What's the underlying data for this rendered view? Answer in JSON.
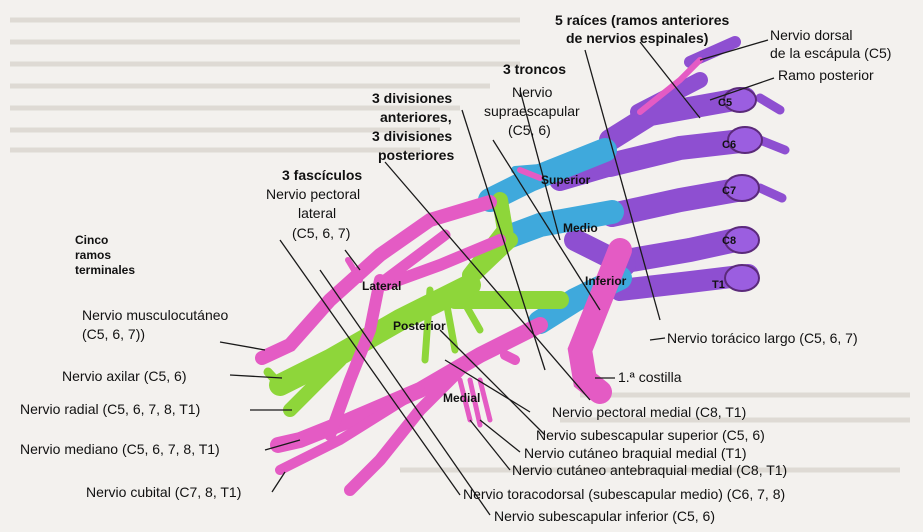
{
  "labels": {
    "raices_1": "5 raíces (ramos anteriores",
    "raices_2": "de nervios espinales)",
    "troncos": "3 troncos",
    "divisiones_1": "3 divisiones",
    "divisiones_2": "anteriores,",
    "divisiones_3": "3 divisiones",
    "divisiones_4": "posteriores",
    "fasciculos": "3 fascículos",
    "cinco_1": "Cinco",
    "cinco_2": "ramos",
    "cinco_3": "terminales",
    "dorsal_1": "Nervio dorsal",
    "dorsal_2": "de la escápula (C5)",
    "ramo_posterior": "Ramo posterior",
    "supraesc_1": "Nervio",
    "supraesc_2": "supraescapular",
    "supraesc_3": "(C5, 6)",
    "pectoral_lat_1": "Nervio pectoral",
    "pectoral_lat_2": "lateral",
    "pectoral_lat_3": "(C5, 6, 7)",
    "musculo_1": "Nervio musculocutáneo",
    "musculo_2": "(C5, 6, 7))",
    "axilar": "Nervio axilar (C5, 6)",
    "radial": "Nervio radial (C5, 6, 7, 8, T1)",
    "mediano": "Nervio mediano (C5, 6, 7, 8, T1)",
    "cubital": "Nervio cubital (C7, 8, T1)",
    "toracico_largo": "Nervio torácico largo (C5, 6, 7)",
    "costilla": "1.ª costilla",
    "pectoral_medial": "Nervio pectoral medial (C8, T1)",
    "subesc_sup": "Nervio subescapular superior (C5, 6)",
    "cut_braquial": "Nervio cutáneo braquial medial (T1)",
    "cut_antebraquial": "Nervio cutáneo antebraquial medial (C8, T1)",
    "toracodorsal": "Nervio toracodorsal (subescapular medio) (C6, 7, 8)",
    "subesc_inf": "Nervio subescapular inferior (C5, 6)"
  },
  "structure": {
    "superior": "Superior",
    "medio": "Medio",
    "inferior": "Inferior",
    "lateral": "Lateral",
    "posterior": "Posterior",
    "medial": "Medial",
    "c5": "C5",
    "c6": "C6",
    "c7": "C7",
    "c8": "C8",
    "t1": "T1"
  },
  "colors": {
    "roots": "#8e4fd1",
    "trunks": "#3fa9dc",
    "anterior": "#e45bc4",
    "posterior": "#8ed63a",
    "outline": "#5b2a7a"
  }
}
